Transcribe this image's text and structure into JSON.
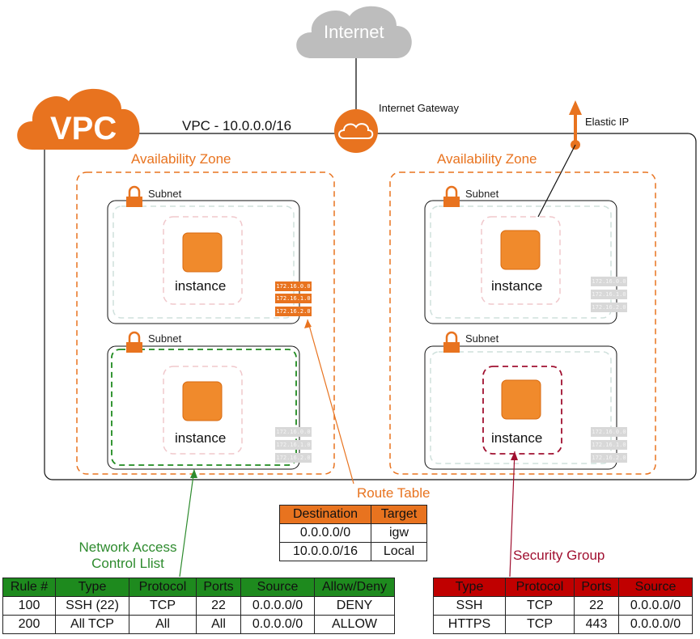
{
  "internet": {
    "label": "Internet"
  },
  "vpc": {
    "badge": "VPC",
    "cidr_label": "VPC - 10.0.0.0/16"
  },
  "gateway": {
    "label": "Internet Gateway"
  },
  "elastic_ip": {
    "label": "Elastic IP"
  },
  "zones": [
    {
      "label": "Availability Zone"
    },
    {
      "label": "Availability Zone"
    }
  ],
  "subnets": [
    {
      "label": "Subnet",
      "instance": "instance"
    },
    {
      "label": "Subnet",
      "instance": "instance"
    },
    {
      "label": "Subnet",
      "instance": "instance"
    },
    {
      "label": "Subnet",
      "instance": "instance"
    }
  ],
  "route_strip": [
    "172.16.0.0",
    "172.16.1.0",
    "172.16.2.0"
  ],
  "route_table": {
    "title": "Route Table",
    "headers": [
      "Destination",
      "Target"
    ],
    "rows": [
      [
        "0.0.0.0/0",
        "igw"
      ],
      [
        "10.0.0.0/16",
        "Local"
      ]
    ]
  },
  "nacl": {
    "title_line1": "Network Access",
    "title_line2": "Control Llist",
    "headers": [
      "Rule #",
      "Type",
      "Protocol",
      "Ports",
      "Source",
      "Allow/Deny"
    ],
    "rows": [
      [
        "100",
        "SSH (22)",
        "TCP",
        "22",
        "0.0.0.0/0",
        "DENY"
      ],
      [
        "200",
        "All TCP",
        "All",
        "All",
        "0.0.0.0/0",
        "ALLOW"
      ]
    ]
  },
  "security_group": {
    "title": "Security Group",
    "headers": [
      "Type",
      "Protocol",
      "Ports",
      "Source"
    ],
    "rows": [
      [
        "SSH",
        "TCP",
        "22",
        "0.0.0.0/0"
      ],
      [
        "HTTPS",
        "TCP",
        "443",
        "0.0.0.0/0"
      ]
    ]
  },
  "colors": {
    "aws_orange": "#e8731f",
    "nacl_green": "#1e8a1e",
    "sg_red": "#c00000",
    "cloud_gray": "#bdbdbd"
  },
  "icons": [
    "cloud-icon",
    "lock-icon",
    "instance-icon",
    "arrow-up-icon"
  ]
}
